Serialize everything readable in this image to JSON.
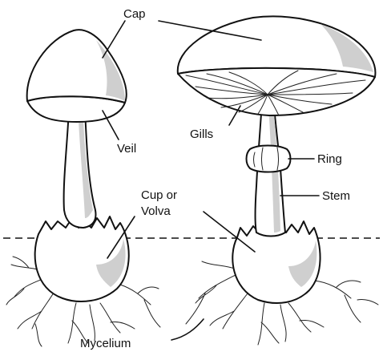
{
  "labels": {
    "cap": "Cap",
    "veil": "Veil",
    "gills": "Gills",
    "ring": "Ring",
    "stem": "Stem",
    "cup_line1": "Cup or",
    "cup_line2": "Volva",
    "mycelium": "Mycelium"
  }
}
